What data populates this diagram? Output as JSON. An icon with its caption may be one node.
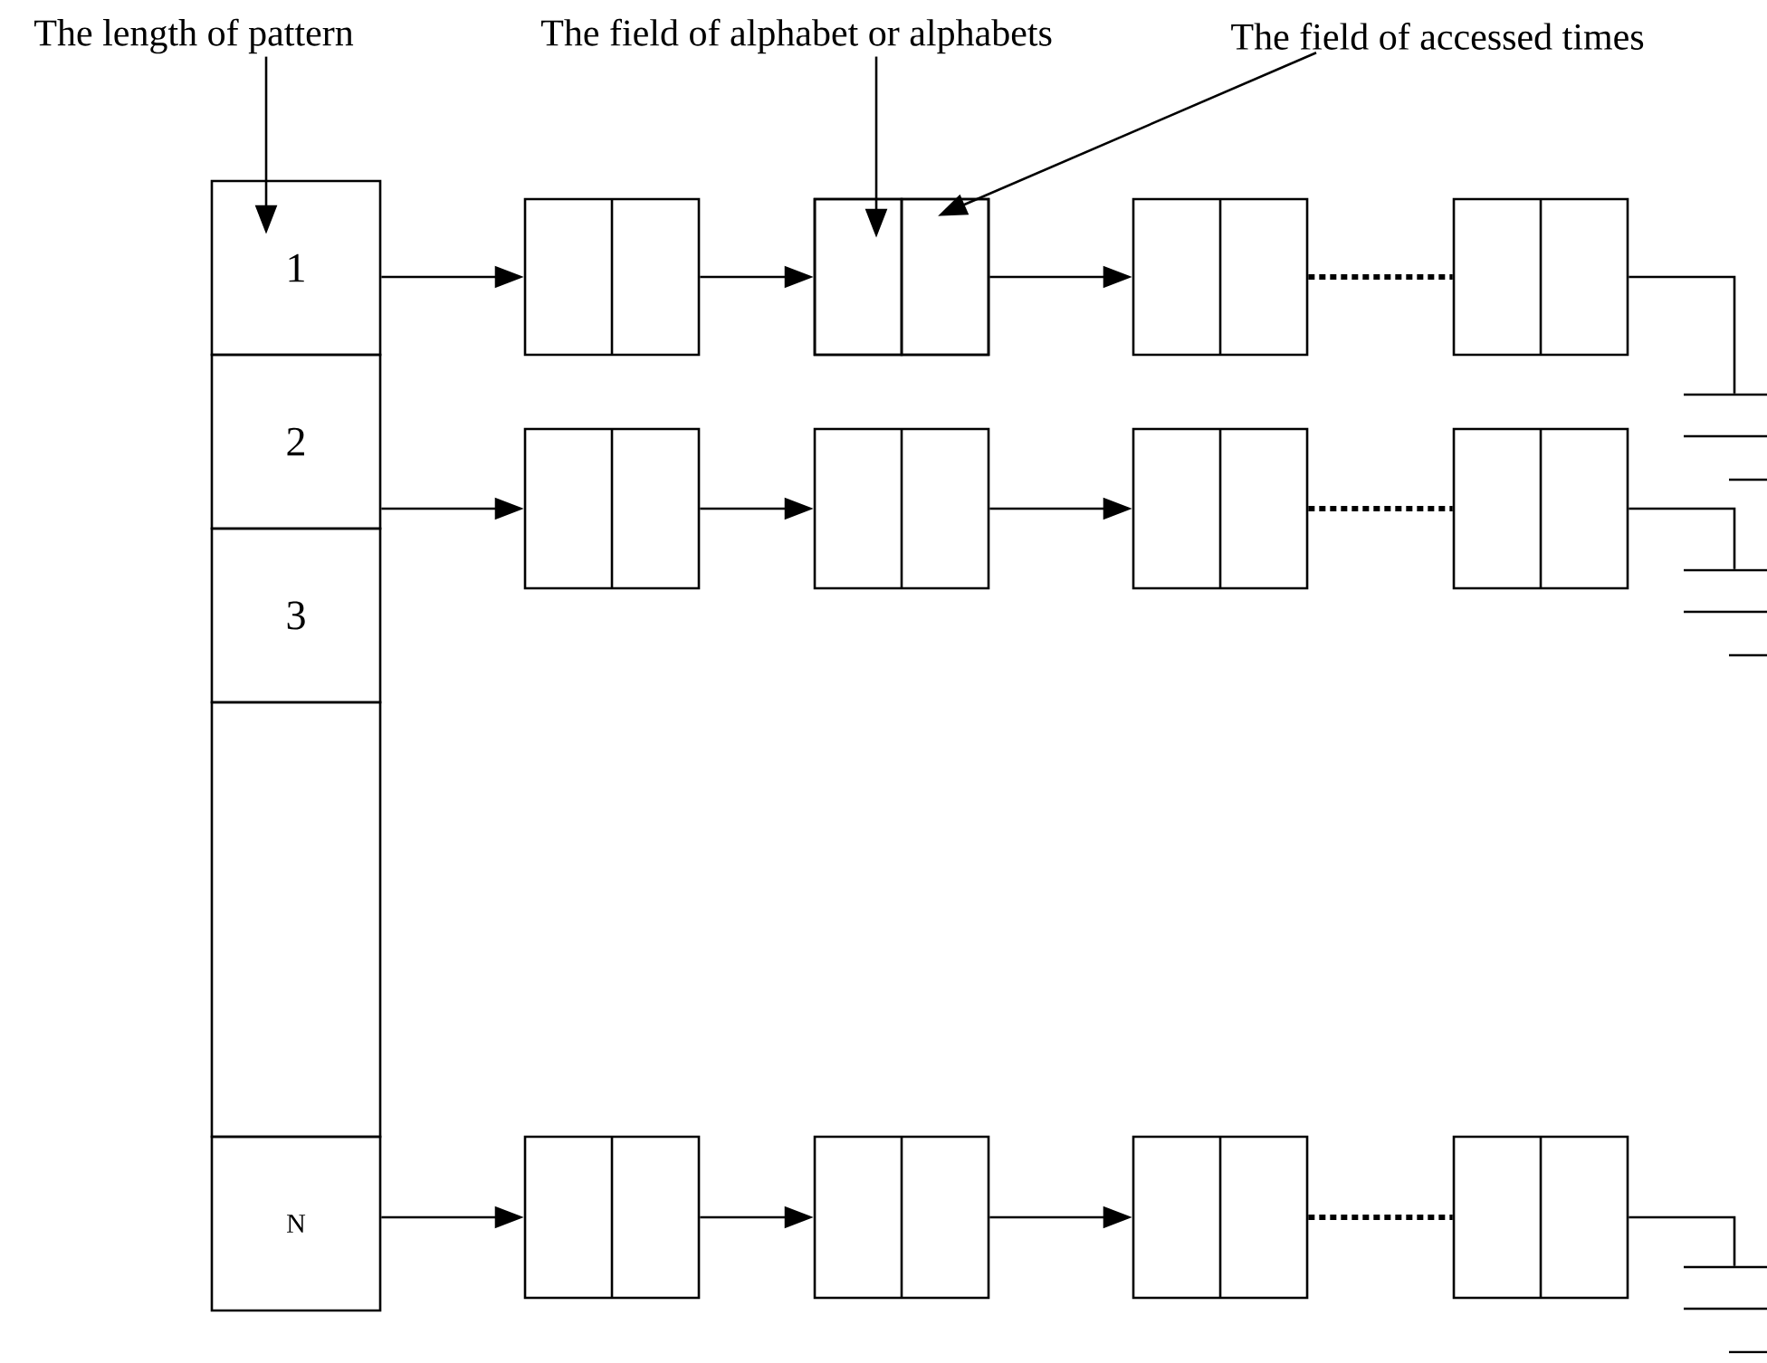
{
  "diagram": {
    "nodes": [
      {
        "text": [
          "The length of pattern"
        ]
      },
      {
        "text": [
          "The field of alphabet or alphabets"
        ]
      },
      {
        "text": [
          "The field of accessed times"
        ]
      },
      {
        "text": [
          "1"
        ]
      },
      {
        "text": [
          "2"
        ]
      },
      {
        "text": [
          "3"
        ]
      },
      {
        "text": [],
        "shape": "box"
      },
      {
        "text": [
          "N"
        ]
      },
      {
        "text": [],
        "shape": "box"
      },
      {
        "text": [],
        "shape": "box"
      },
      {
        "text": [],
        "shape": "box",
        "in": 9
      },
      {
        "text": [],
        "shape": "box",
        "in": 9
      },
      {
        "text": [],
        "shape": "box"
      },
      {
        "text": [],
        "shape": "box"
      },
      {
        "text": [],
        "shape": "ground"
      },
      {
        "text": [],
        "shape": "box"
      },
      {
        "text": [],
        "shape": "box"
      },
      {
        "text": [],
        "shape": "box"
      },
      {
        "text": [],
        "shape": "box"
      },
      {
        "text": [],
        "shape": "ground"
      },
      {
        "text": [],
        "shape": "box"
      },
      {
        "text": [],
        "shape": "box"
      },
      {
        "text": [],
        "shape": "box"
      },
      {
        "text": [],
        "shape": "box"
      },
      {
        "text": [],
        "shape": "ground"
      }
    ],
    "edges": [
      {
        "from": 0,
        "to": 3,
        "arrow": "to"
      },
      {
        "from": 1,
        "to": 10,
        "arrow": "to"
      },
      {
        "from": 2,
        "to": 11,
        "arrow": "to"
      },
      {
        "from": 3,
        "to": 8,
        "arrow": "to"
      },
      {
        "from": 8,
        "to": 9,
        "arrow": "to"
      },
      {
        "from": 9,
        "to": 12,
        "arrow": "to"
      },
      {
        "from": 12,
        "to": 13,
        "arrow": "none",
        "style": "dashed"
      },
      {
        "from": 13,
        "to": 14,
        "arrow": "none"
      },
      {
        "from": 4,
        "to": 15,
        "arrow": "to"
      },
      {
        "from": 15,
        "to": 16,
        "arrow": "to"
      },
      {
        "from": 16,
        "to": 17,
        "arrow": "to"
      },
      {
        "from": 17,
        "to": 18,
        "arrow": "none",
        "style": "dashed"
      },
      {
        "from": 18,
        "to": 19,
        "arrow": "none"
      },
      {
        "from": 7,
        "to": 20,
        "arrow": "to"
      },
      {
        "from": 20,
        "to": 21,
        "arrow": "to"
      },
      {
        "from": 21,
        "to": 22,
        "arrow": "to"
      },
      {
        "from": 22,
        "to": 23,
        "arrow": "none",
        "style": "dashed"
      },
      {
        "from": 23,
        "to": 24,
        "arrow": "none"
      }
    ]
  }
}
